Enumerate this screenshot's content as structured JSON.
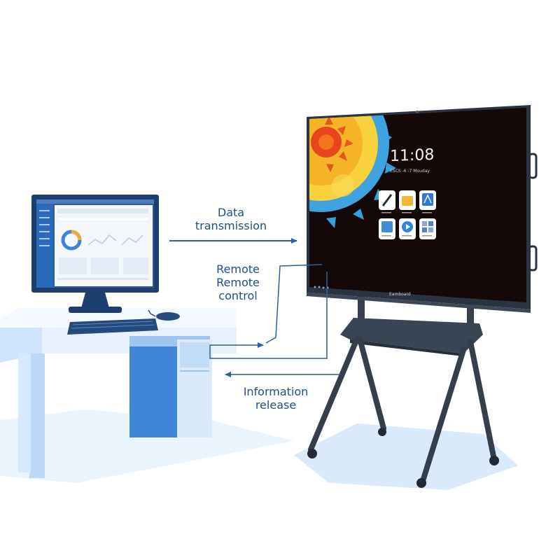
{
  "labels": {
    "data_transmission_line1": "Data",
    "data_transmission_line2": "transmission",
    "remote_line1": "Remote",
    "remote_line2": "Remote",
    "remote_line3": "control",
    "info_line1": "Information",
    "info_line2": "release"
  },
  "screen": {
    "time": "11:08",
    "date": "ESCS -6 -7 Mouday",
    "brand": "Eamboard"
  },
  "icons": [
    "pen-app-icon",
    "folder-app-icon",
    "ai-app-icon",
    "gallery-app-icon",
    "media-app-icon",
    "settings-app-icon"
  ],
  "colors": {
    "accent_blue": "#1f4f86",
    "arrow_blue": "#2f5f97",
    "desk_light": "#dbeafa",
    "desk_blue": "#3f87d6",
    "screen_bg": "#150808",
    "frame": "#2b3340"
  }
}
